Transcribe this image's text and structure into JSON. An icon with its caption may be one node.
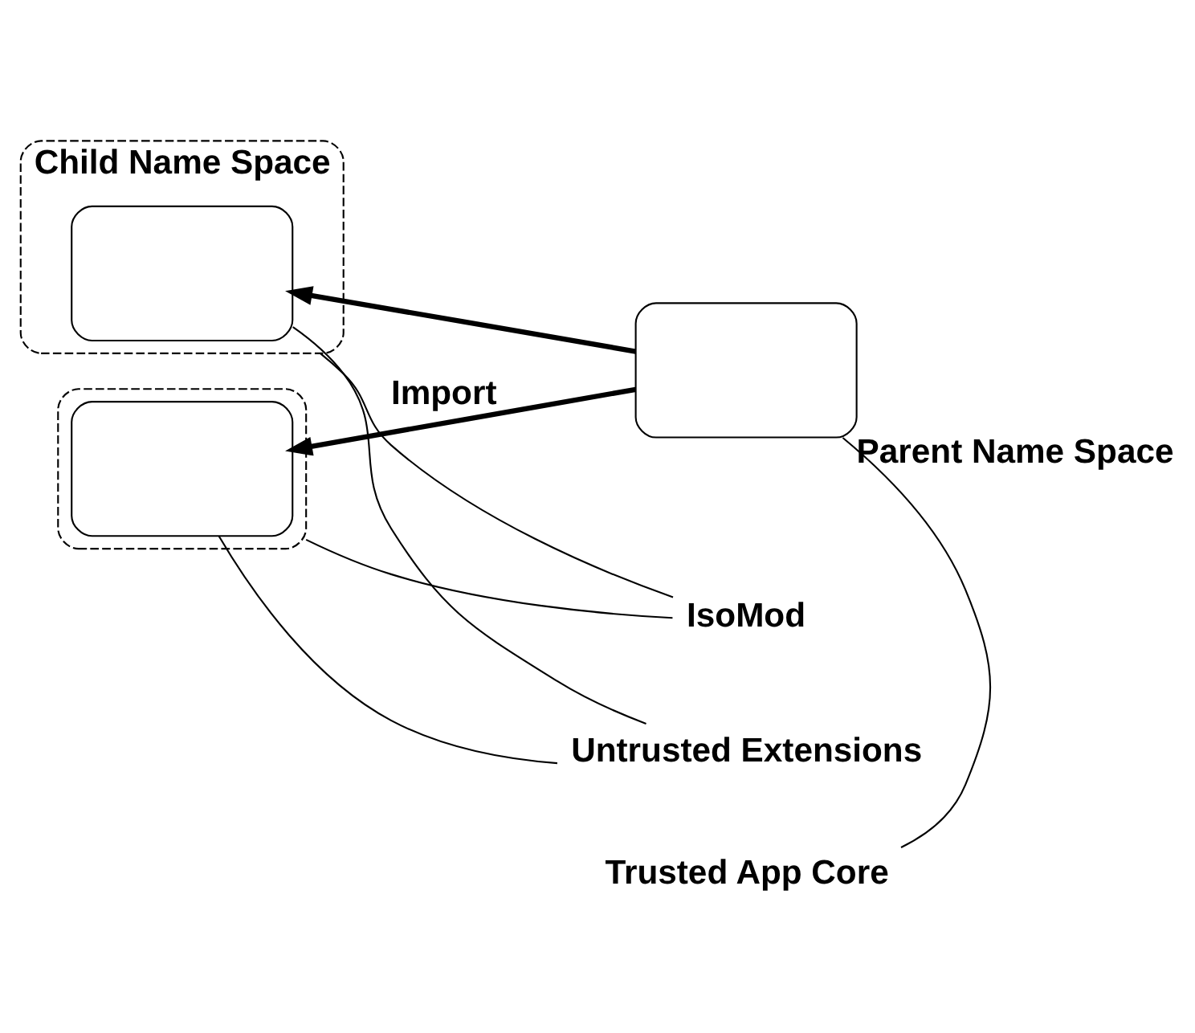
{
  "diagram": {
    "nodes": [
      {
        "text": [],
        "shape": "box",
        "beside": [
          "Child Name Space"
        ]
      },
      {
        "text": [],
        "shape": "box",
        "in": 0
      },
      {
        "text": [],
        "shape": "box"
      },
      {
        "text": [],
        "shape": "box",
        "in": 2
      },
      {
        "text": [],
        "shape": "box",
        "beside": [
          "Parent Name Space"
        ]
      },
      {
        "text": [
          "IsoMod"
        ]
      },
      {
        "text": [
          "Untrusted Extensions"
        ]
      },
      {
        "text": [
          "Trusted App Core"
        ]
      }
    ],
    "edges": [
      {
        "from": 4,
        "to": 1,
        "arrow": "to",
        "style": "thick"
      },
      {
        "from": 4,
        "to": 3,
        "arrow": "to",
        "style": "thick",
        "label": "Import"
      },
      {
        "from": 5,
        "to": 0,
        "arrow": "none"
      },
      {
        "from": 5,
        "to": 2,
        "arrow": "none"
      },
      {
        "from": 6,
        "to": 1,
        "arrow": "none"
      },
      {
        "from": 6,
        "to": 3,
        "arrow": "none"
      },
      {
        "from": 7,
        "to": 4,
        "arrow": "none"
      }
    ]
  }
}
